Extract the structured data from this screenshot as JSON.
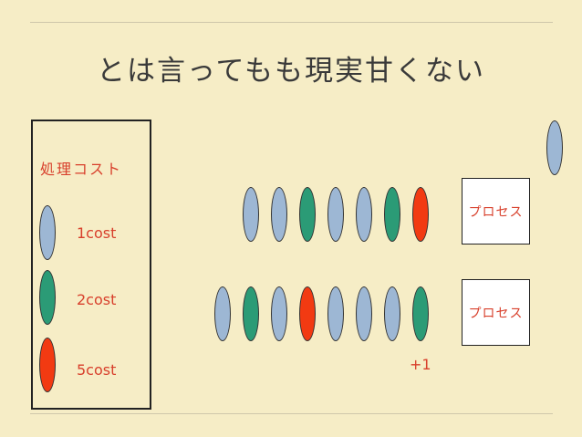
{
  "title": "とは言ってもも現実甘くない",
  "legend": {
    "heading": "処理コスト",
    "items": [
      {
        "label": "1cost",
        "color": "#9db7d4"
      },
      {
        "label": "2cost",
        "color": "#2b9b76"
      },
      {
        "label": "5cost",
        "color": "#f23a12"
      }
    ]
  },
  "queues": [
    {
      "tokens": [
        "1cost",
        "1cost",
        "2cost",
        "1cost",
        "1cost",
        "2cost",
        "5cost"
      ],
      "process_label": "プロセス"
    },
    {
      "tokens": [
        "1cost",
        "2cost",
        "1cost",
        "5cost",
        "1cost",
        "1cost",
        "1cost",
        "2cost"
      ],
      "process_label": "プロセス"
    }
  ],
  "annotation": "+1",
  "incoming_token": "1cost"
}
